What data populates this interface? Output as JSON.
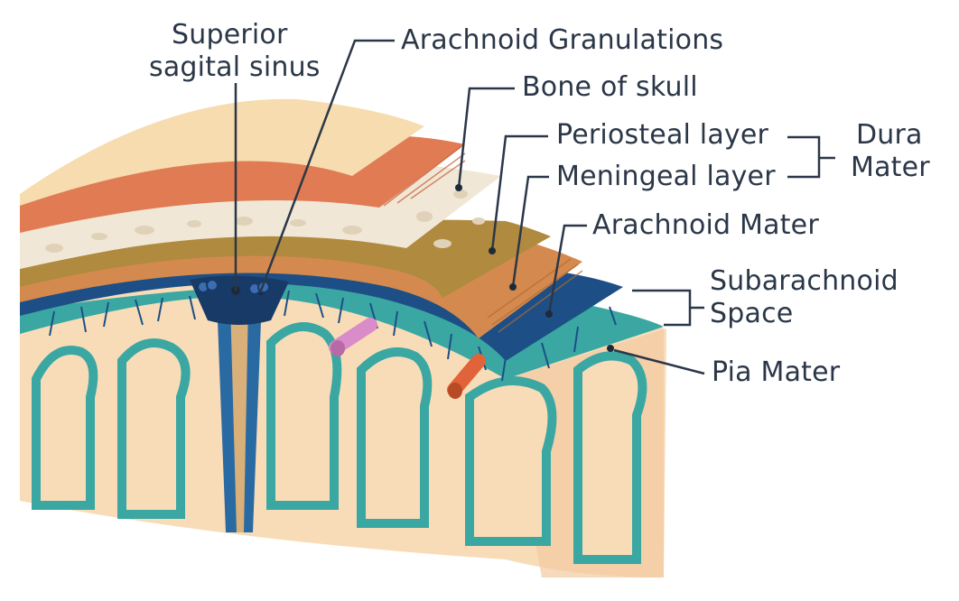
{
  "labels": {
    "superior_sinus_line1": "Superior",
    "superior_sinus_line2": "sagital sinus",
    "arachnoid_granulations": "Arachnoid Granulations",
    "bone_of_skull": "Bone of skull",
    "periosteal_layer": "Periosteal layer",
    "meningeal_layer": "Meningeal layer",
    "dura_line1": "Dura",
    "dura_line2": "Mater",
    "arachnoid_mater": "Arachnoid Mater",
    "subarachnoid_line1": "Subarachnoid",
    "subarachnoid_line2": "Space",
    "pia_mater": "Pia Mater"
  },
  "colors": {
    "skull_top": "#f6dcae",
    "skull_red": "#e07b53",
    "bone_spongy": "#f1e7d6",
    "periosteal": "#b08a3e",
    "meningeal": "#d48a4e",
    "arachnoid": "#1d4f86",
    "sinus": "#173a66",
    "pia_teal": "#3aa7a3",
    "brain": "#f8dcb8",
    "vessel_pink": "#d98cc8",
    "vessel_red": "#e0633a",
    "text": "#2b3748"
  }
}
